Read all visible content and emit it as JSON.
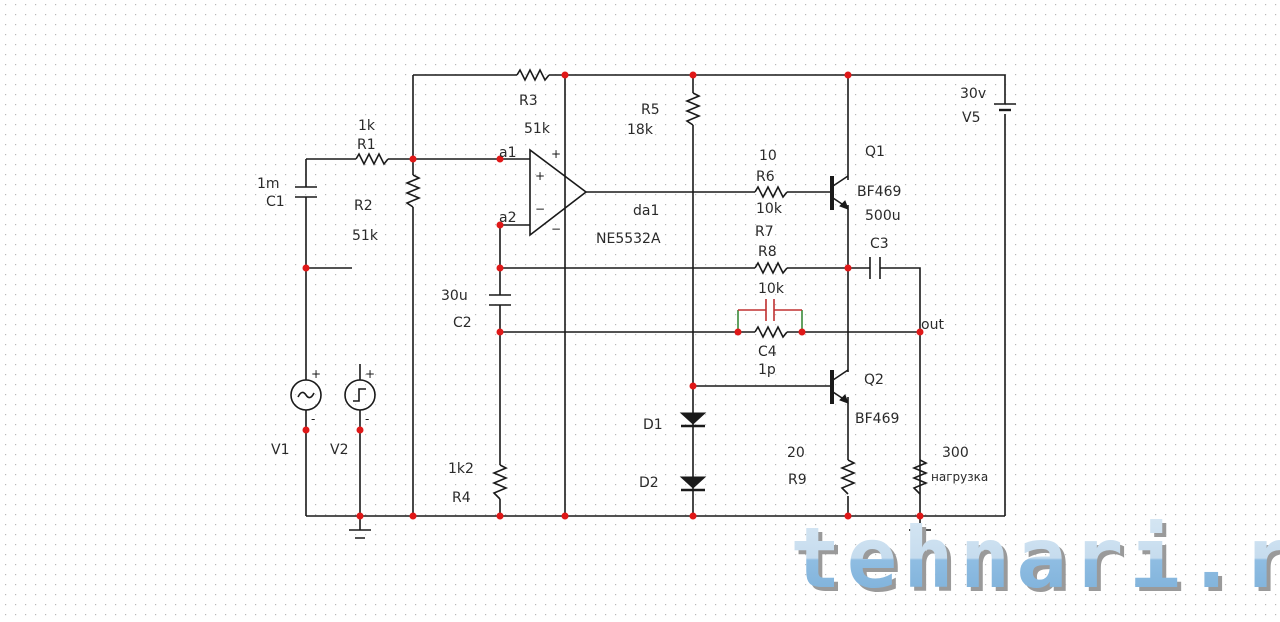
{
  "watermark": {
    "text": "tehnari.ru",
    "color_top": "#cfe3f2",
    "color_bottom": "#7fb2dc",
    "shadow": "#9a9a9a"
  },
  "colors": {
    "wire": "#1a1a1a",
    "node": "#e01818",
    "grid_dot": "#b8b8b8",
    "c4_wire": "#c03030",
    "c4_leads": "#3a8a3a"
  },
  "components": {
    "R1": {
      "name": "R1",
      "value": "1k"
    },
    "R2": {
      "name": "R2",
      "value": "51k"
    },
    "R3": {
      "name": "R3",
      "value": "51k"
    },
    "R4": {
      "name": "R4",
      "value": "1k2"
    },
    "R5": {
      "name": "R5",
      "value": "18k"
    },
    "R6": {
      "name": "R6",
      "value": "10"
    },
    "R7": {
      "name": "R7",
      "value": "10k"
    },
    "R8": {
      "name": "R8",
      "value": "10k"
    },
    "R9": {
      "name": "R9",
      "value": "20"
    },
    "RL": {
      "name": "нагрузка",
      "value": "300"
    },
    "C1": {
      "name": "C1",
      "value": "1m"
    },
    "C2": {
      "name": "C2",
      "value": "30u"
    },
    "C3": {
      "name": "C3",
      "value": "500u"
    },
    "C4": {
      "name": "C4",
      "value": "1p"
    },
    "Q1": {
      "name": "Q1",
      "model": "BF469"
    },
    "Q2": {
      "name": "Q2",
      "model": "BF469"
    },
    "D1": {
      "name": "D1"
    },
    "D2": {
      "name": "D2"
    },
    "V1": {
      "name": "V1",
      "plus": "+",
      "minus": "-"
    },
    "V2": {
      "name": "V2",
      "plus": "+",
      "minus": "-"
    },
    "V5": {
      "name": "V5",
      "value": "30v"
    },
    "DA1": {
      "name": "da1",
      "model": "NE5532A",
      "in_plus": "+",
      "in_minus": "−",
      "pwr_plus": "+",
      "pwr_minus": "−"
    }
  },
  "nets": {
    "a1": "a1",
    "a2": "a2",
    "out": "out"
  }
}
